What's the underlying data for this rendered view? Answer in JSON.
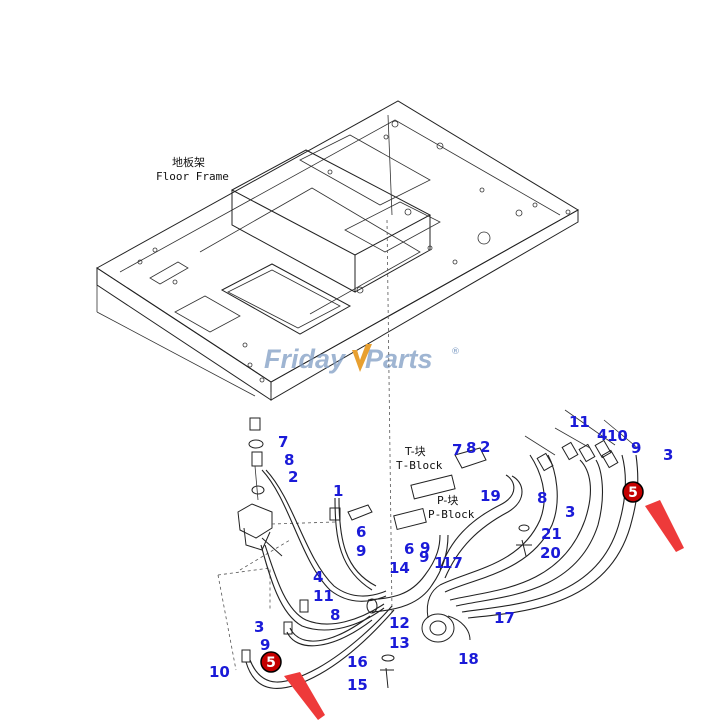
{
  "diagram": {
    "frame_label_cn": "地板架",
    "frame_label_en": "Floor Frame",
    "tblock_cn": "T-块",
    "tblock_en": "T-Block",
    "pblock_cn": "P-块",
    "pblock_en": "P-Block",
    "watermark_a": "Friday",
    "watermark_b": "Parts",
    "watermark_mark": "®",
    "callout": "5",
    "colors": {
      "part_number": "#1a1ad8",
      "callout": "#c40000",
      "arrow": "#ee3a3a",
      "watermark": "#7f9dc4"
    },
    "part_numbers": [
      "7",
      "8",
      "2",
      "1",
      "6",
      "9",
      "4",
      "11",
      "8",
      "3",
      "9",
      "10",
      "16",
      "15",
      "14",
      "9",
      "17",
      "12",
      "13",
      "18",
      "17",
      "7",
      "8",
      "2",
      "19",
      "6",
      "9",
      "1",
      "21",
      "20",
      "11",
      "4",
      "10",
      "9",
      "3",
      "8",
      "3"
    ]
  }
}
